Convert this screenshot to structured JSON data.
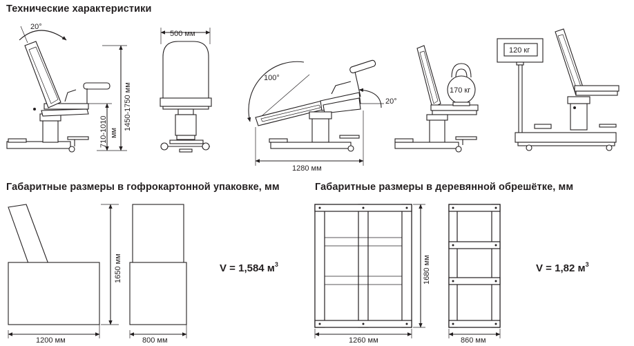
{
  "headings": {
    "specs": "Технические характеристики",
    "cardboard": "Габаритные размеры в гофрокартонной упаковке, мм",
    "wooden": "Габаритные размеры в деревянной обрешётке, мм"
  },
  "chair_side": {
    "angle": "20°",
    "height_range": "1450-1750 мм",
    "seat_range_value": "710-1010",
    "seat_range_unit": "мм"
  },
  "chair_front": {
    "width": "500 мм"
  },
  "chair_reclined": {
    "back_angle": "100°",
    "leg_angle": "20°",
    "length": "1280 мм"
  },
  "chair_load": {
    "weight_label": "170 кг"
  },
  "chair_scale": {
    "display": "120 кг"
  },
  "cardboard": {
    "height": "1650 мм",
    "length": "1200 мм",
    "width": "800 мм",
    "volume": "V = 1,584 м",
    "volume_exp": "3"
  },
  "wooden": {
    "height": "1680 мм",
    "length": "1260 мм",
    "width": "860 мм",
    "volume": "V = 1,82 м",
    "volume_exp": "3"
  }
}
